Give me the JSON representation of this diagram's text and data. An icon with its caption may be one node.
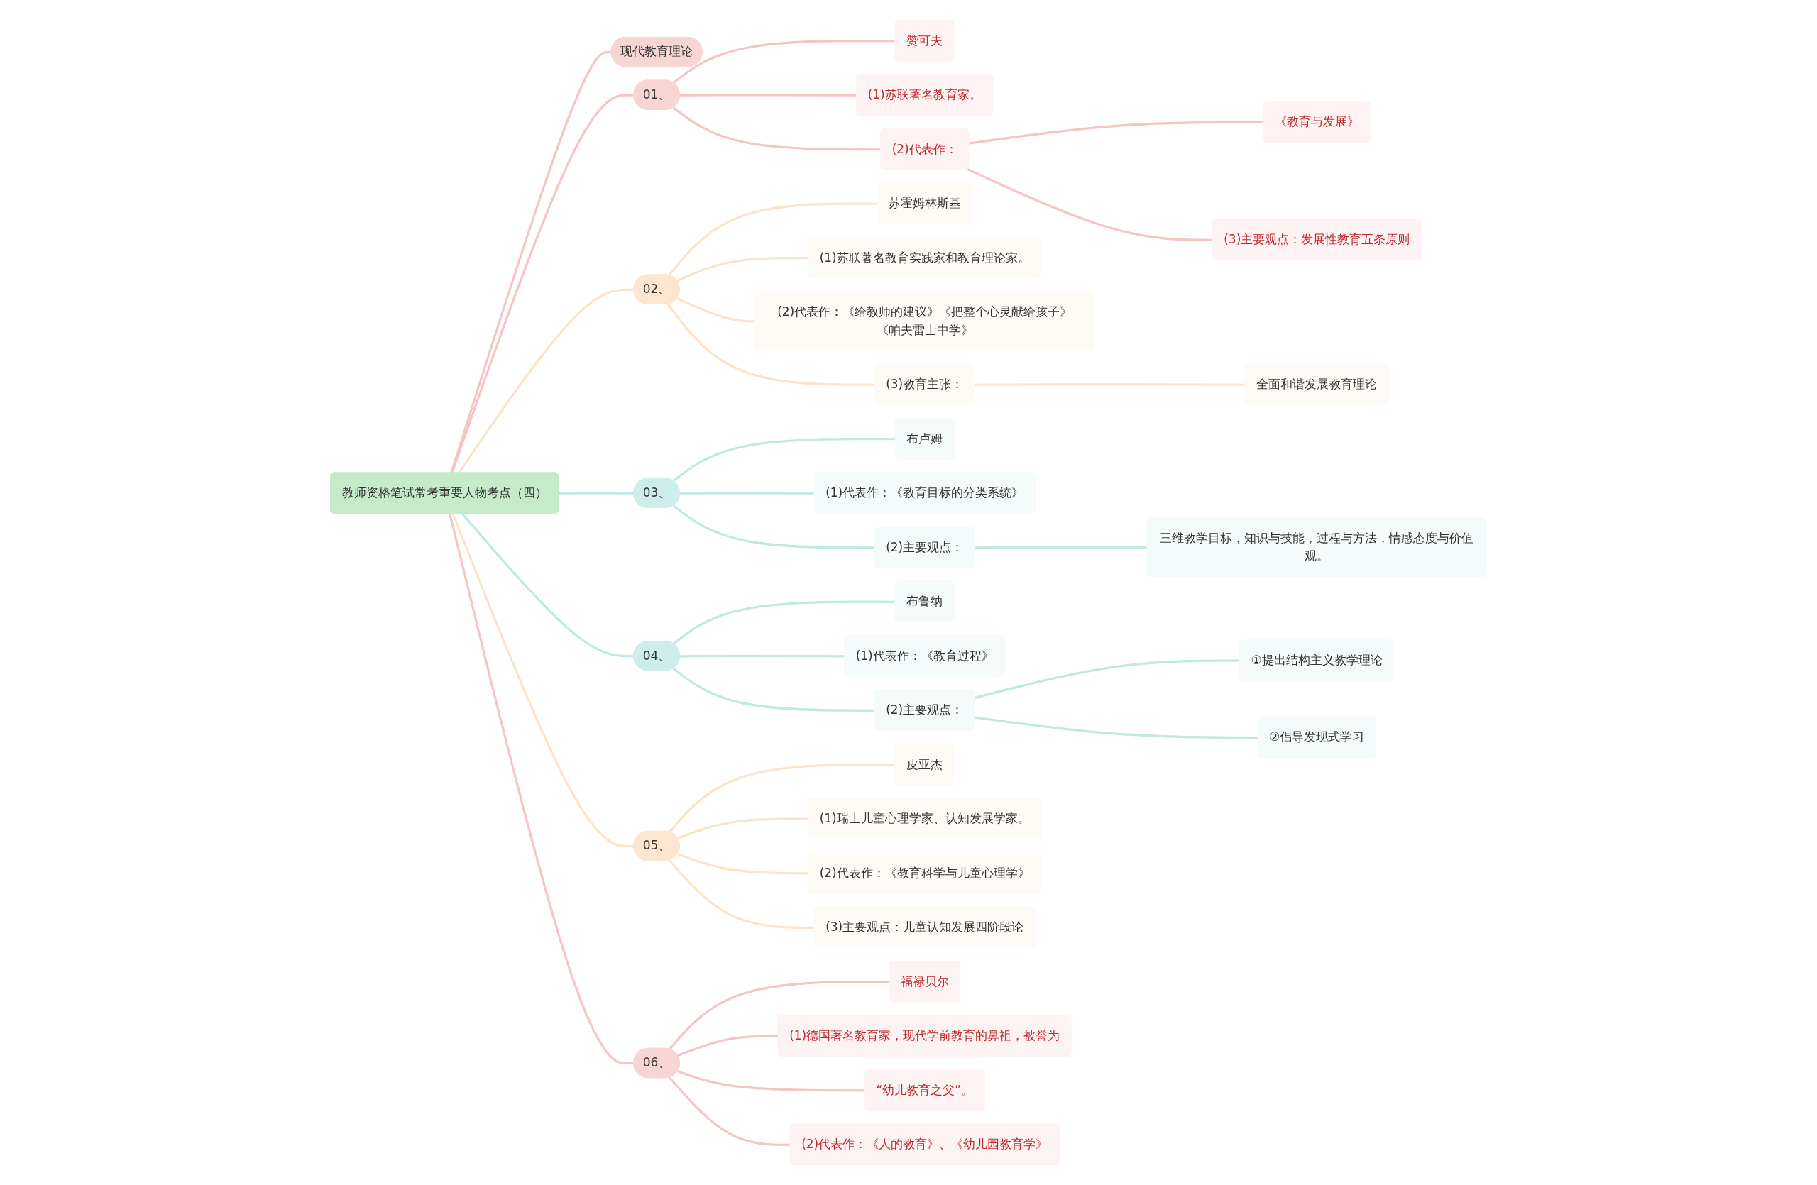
{
  "diagram": {
    "nodes": [
      {
        "text": [
          "教师资格笔试常考重要人物考点（四）"
        ]
      },
      {
        "text": [
          "现代教育理论"
        ]
      },
      {
        "text": [
          "01、"
        ]
      },
      {
        "text": [
          "赞可夫"
        ]
      },
      {
        "text": [
          "(1)苏联著名教育家。"
        ]
      },
      {
        "text": [
          "(2)代表作："
        ]
      },
      {
        "text": [
          "《教育与发展》"
        ]
      },
      {
        "text": [
          "(3)主要观点：发展性教育五条原则"
        ]
      },
      {
        "text": [
          "02、"
        ]
      },
      {
        "text": [
          "苏霍姆林斯基"
        ]
      },
      {
        "text": [
          "(1)苏联著名教育实践家和教育理论家。"
        ]
      },
      {
        "text": [
          "(2)代表作：《给教师的建议》《把整个心灵献给孩子》《帕夫雷士中学》"
        ]
      },
      {
        "text": [
          "(3)教育主张："
        ]
      },
      {
        "text": [
          "全面和谐发展教育理论"
        ]
      },
      {
        "text": [
          "03、"
        ]
      },
      {
        "text": [
          "布卢姆"
        ]
      },
      {
        "text": [
          "(1)代表作：《教育目标的分类系统》"
        ]
      },
      {
        "text": [
          "(2)主要观点："
        ]
      },
      {
        "text": [
          "三维教学目标，知识与技能，过程与方法，情感态度与价值观。"
        ]
      },
      {
        "text": [
          "04、"
        ]
      },
      {
        "text": [
          "布鲁纳"
        ]
      },
      {
        "text": [
          "(1)代表作：《教育过程》"
        ]
      },
      {
        "text": [
          "(2)主要观点："
        ]
      },
      {
        "text": [
          "①提出结构主义教学理论"
        ]
      },
      {
        "text": [
          "②倡导发现式学习"
        ]
      },
      {
        "text": [
          "05、"
        ]
      },
      {
        "text": [
          "皮亚杰"
        ]
      },
      {
        "text": [
          "(1)瑞士儿童心理学家、认知发展学家。"
        ]
      },
      {
        "text": [
          "(2)代表作：《教育科学与儿童心理学》"
        ]
      },
      {
        "text": [
          "(3)主要观点：儿童认知发展四阶段论"
        ]
      },
      {
        "text": [
          "06、"
        ]
      },
      {
        "text": [
          "福禄贝尔"
        ]
      },
      {
        "text": [
          "(1)德国著名教育家，现代学前教育的鼻祖，被誉为"
        ]
      },
      {
        "text": [
          "“幼儿教育之父”。"
        ]
      },
      {
        "text": [
          "(2)代表作：《人的教育》、《幼儿园教育学》"
        ]
      }
    ],
    "edges": [
      {
        "from": 0,
        "to": 1,
        "arrow": "none"
      },
      {
        "from": 0,
        "to": 2,
        "arrow": "none"
      },
      {
        "from": 2,
        "to": 3,
        "arrow": "none"
      },
      {
        "from": 2,
        "to": 4,
        "arrow": "none"
      },
      {
        "from": 2,
        "to": 5,
        "arrow": "none"
      },
      {
        "from": 5,
        "to": 6,
        "arrow": "none"
      },
      {
        "from": 5,
        "to": 7,
        "arrow": "none"
      },
      {
        "from": 0,
        "to": 8,
        "arrow": "none",
        "color": "#fbe3c8"
      },
      {
        "from": 8,
        "to": 9,
        "arrow": "none",
        "color": "#fbe3c8"
      },
      {
        "from": 8,
        "to": 10,
        "arrow": "none",
        "color": "#fbe3c8"
      },
      {
        "from": 8,
        "to": 11,
        "arrow": "none",
        "color": "#fbe3c8"
      },
      {
        "from": 8,
        "to": 12,
        "arrow": "none",
        "color": "#fbe3c8"
      },
      {
        "from": 12,
        "to": 13,
        "arrow": "none",
        "color": "#fbe3c8"
      },
      {
        "from": 0,
        "to": 14,
        "arrow": "none",
        "color": "#bfe8e2"
      },
      {
        "from": 14,
        "to": 15,
        "arrow": "none",
        "color": "#bfe8e2"
      },
      {
        "from": 14,
        "to": 16,
        "arrow": "none",
        "color": "#bfe8e2"
      },
      {
        "from": 14,
        "to": 17,
        "arrow": "none",
        "color": "#bfe8e2"
      },
      {
        "from": 17,
        "to": 18,
        "arrow": "none",
        "color": "#bfe8e2"
      },
      {
        "from": 0,
        "to": 19,
        "arrow": "none",
        "color": "#bfe8e2"
      },
      {
        "from": 19,
        "to": 20,
        "arrow": "none",
        "color": "#bfe8e2"
      },
      {
        "from": 19,
        "to": 21,
        "arrow": "none",
        "color": "#bfe8e2"
      },
      {
        "from": 19,
        "to": 22,
        "arrow": "none",
        "color": "#bfe8e2"
      },
      {
        "from": 22,
        "to": 23,
        "arrow": "none",
        "color": "#bfe8e2"
      },
      {
        "from": 22,
        "to": 24,
        "arrow": "none",
        "color": "#bfe8e2"
      },
      {
        "from": 0,
        "to": 25,
        "arrow": "none",
        "color": "#fbe3c8"
      },
      {
        "from": 25,
        "to": 26,
        "arrow": "none",
        "color": "#fbe3c8"
      },
      {
        "from": 25,
        "to": 27,
        "arrow": "none",
        "color": "#fbe3c8"
      },
      {
        "from": 25,
        "to": 28,
        "arrow": "none",
        "color": "#fbe3c8"
      },
      {
        "from": 25,
        "to": 29,
        "arrow": "none",
        "color": "#fbe3c8"
      },
      {
        "from": 0,
        "to": 30,
        "arrow": "none"
      },
      {
        "from": 30,
        "to": 31,
        "arrow": "none"
      },
      {
        "from": 30,
        "to": 32,
        "arrow": "none"
      },
      {
        "from": 30,
        "to": 33,
        "arrow": "none"
      },
      {
        "from": 30,
        "to": 34,
        "arrow": "none"
      }
    ]
  }
}
